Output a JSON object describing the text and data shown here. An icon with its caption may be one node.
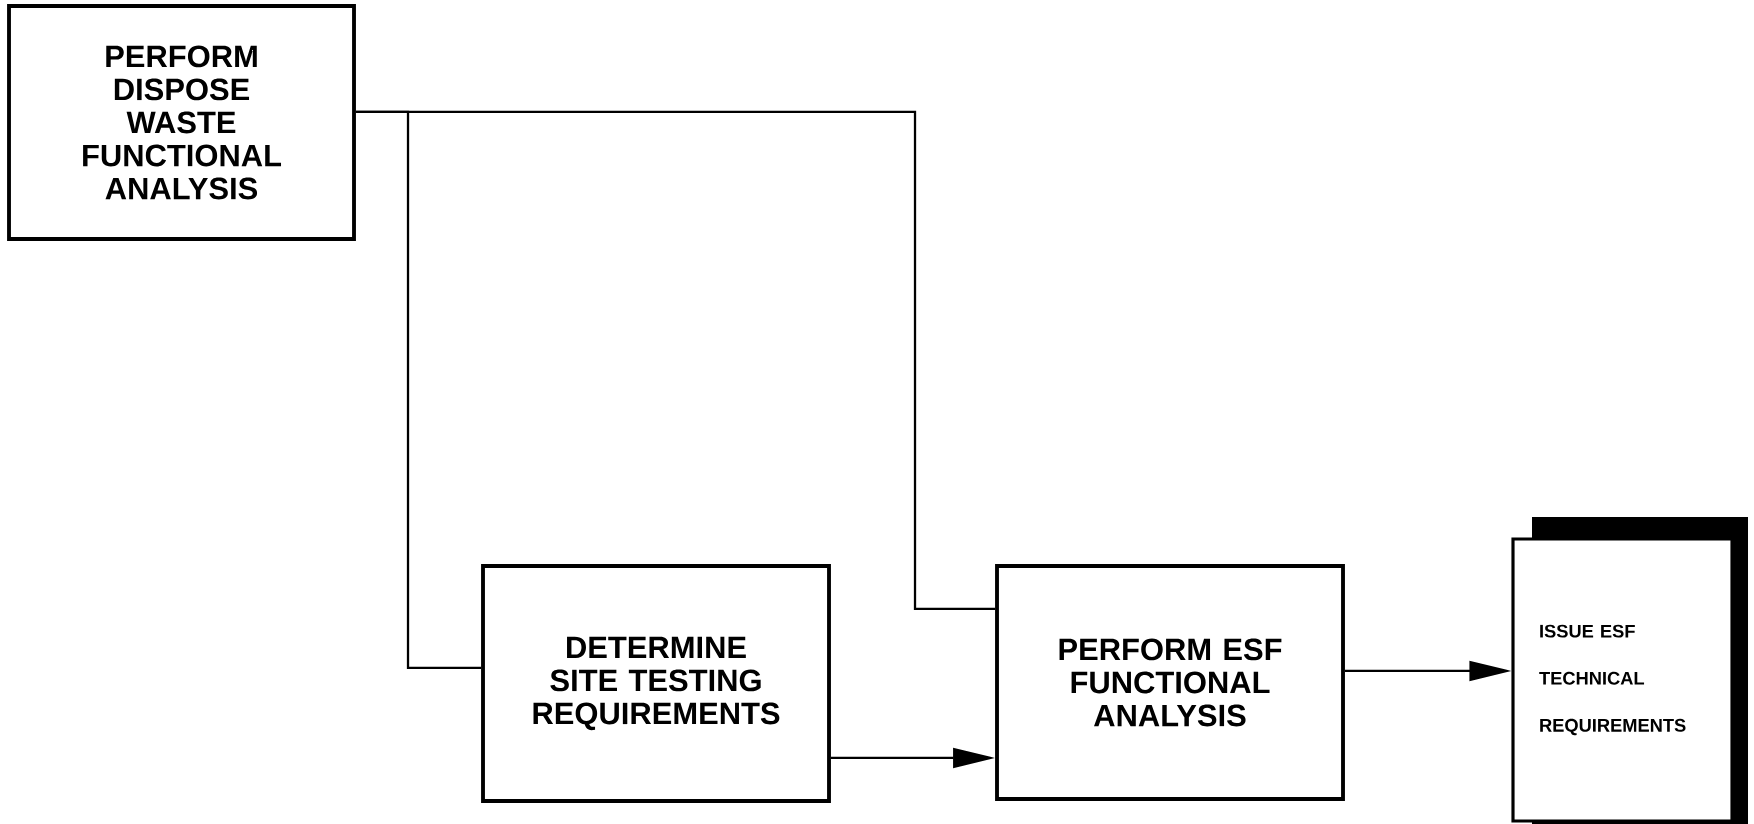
{
  "diagram": {
    "nodes": [
      {
        "text": [
          "PERFORM DISPOSE WASTE FUNCTIONAL ANALYSIS"
        ]
      },
      {
        "text": [
          "DETERMINE SITE TESTING REQUIREMENTS"
        ]
      },
      {
        "text": [
          "PERFORM ESF FUNCTIONAL ANALYSIS"
        ]
      },
      {
        "text": [
          "ISSUE ESF TECHNICAL REQUIREMENTS"
        ]
      }
    ],
    "edges": [
      {
        "from": 0,
        "to": 1,
        "arrow": "none"
      },
      {
        "from": 0,
        "to": 2,
        "arrow": "none"
      },
      {
        "from": 1,
        "to": 2,
        "arrow": "to"
      },
      {
        "from": 2,
        "to": 3,
        "arrow": "to"
      }
    ]
  }
}
